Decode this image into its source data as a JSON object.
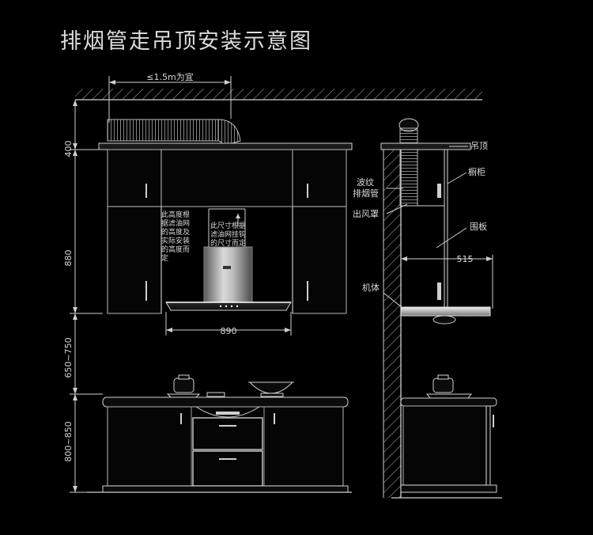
{
  "title": "排烟管走吊顶安装示意图",
  "front": {
    "duct_spacing_label": "≤1.5m为宜",
    "upper_cabinet_label": "400",
    "hood_height_label": "880",
    "hood_clearance_label": "650~750",
    "base_height_label": "800~850",
    "hood_width_label": "890",
    "note_left": [
      "此高度根",
      "据滤油网",
      "的高度及",
      "实际安装",
      "的高度而",
      "定"
    ],
    "note_right": [
      "此尺寸根据",
      "滤油网挂钩",
      "的尺寸而定"
    ]
  },
  "side": {
    "ceiling_label": "吊顶",
    "cabinet_label": "橱柜",
    "duct_label_1": "波纹",
    "duct_label_2": "排烟管",
    "outlet_label": "出风罩",
    "panel_label": "围板",
    "depth_label": "515",
    "body_label": "机体"
  }
}
